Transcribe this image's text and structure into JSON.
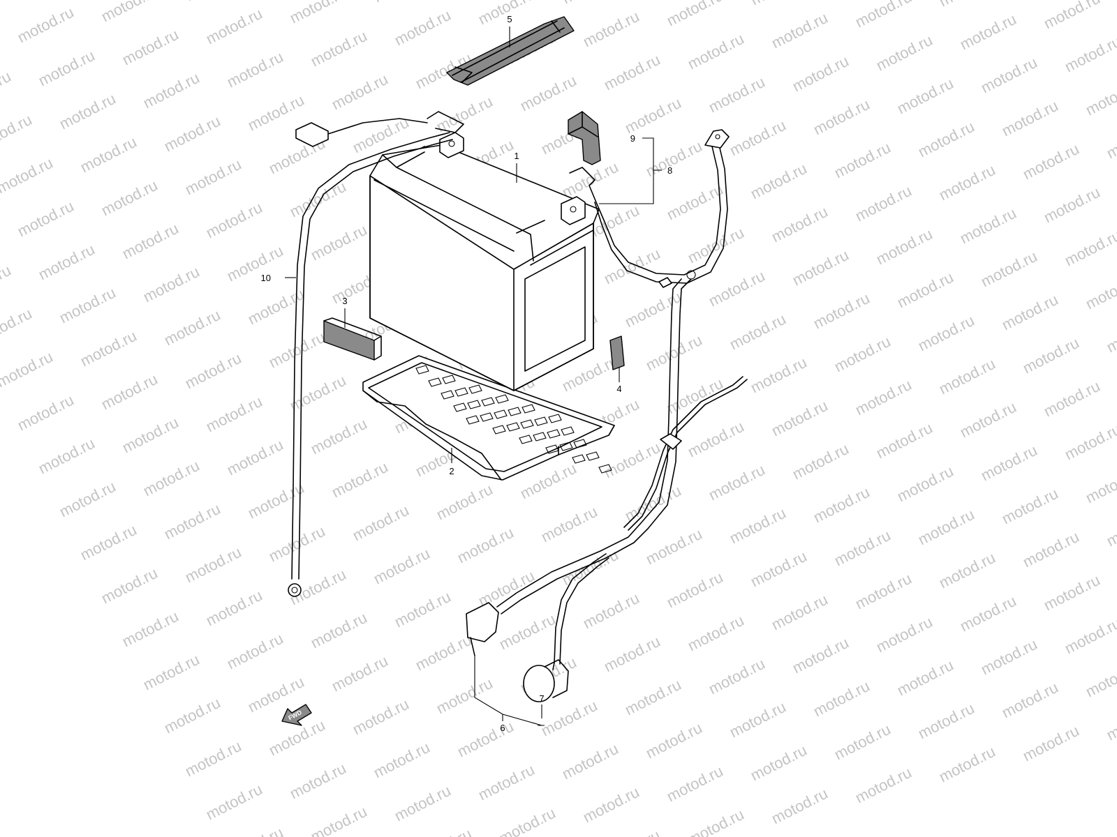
{
  "watermark": {
    "text": "motod.ru",
    "color": "#c4c4c4"
  },
  "callouts": {
    "battery": "1",
    "battery_tray": "2",
    "pad_3": "3",
    "cushion_4": "4",
    "battery_band": "5",
    "starter_cable_set": "6",
    "cap_7": "7",
    "positive_lead_set": "8",
    "terminal_cover": "9",
    "ground_lead": "10"
  },
  "fwd_arrow": {
    "text": "FWD"
  }
}
